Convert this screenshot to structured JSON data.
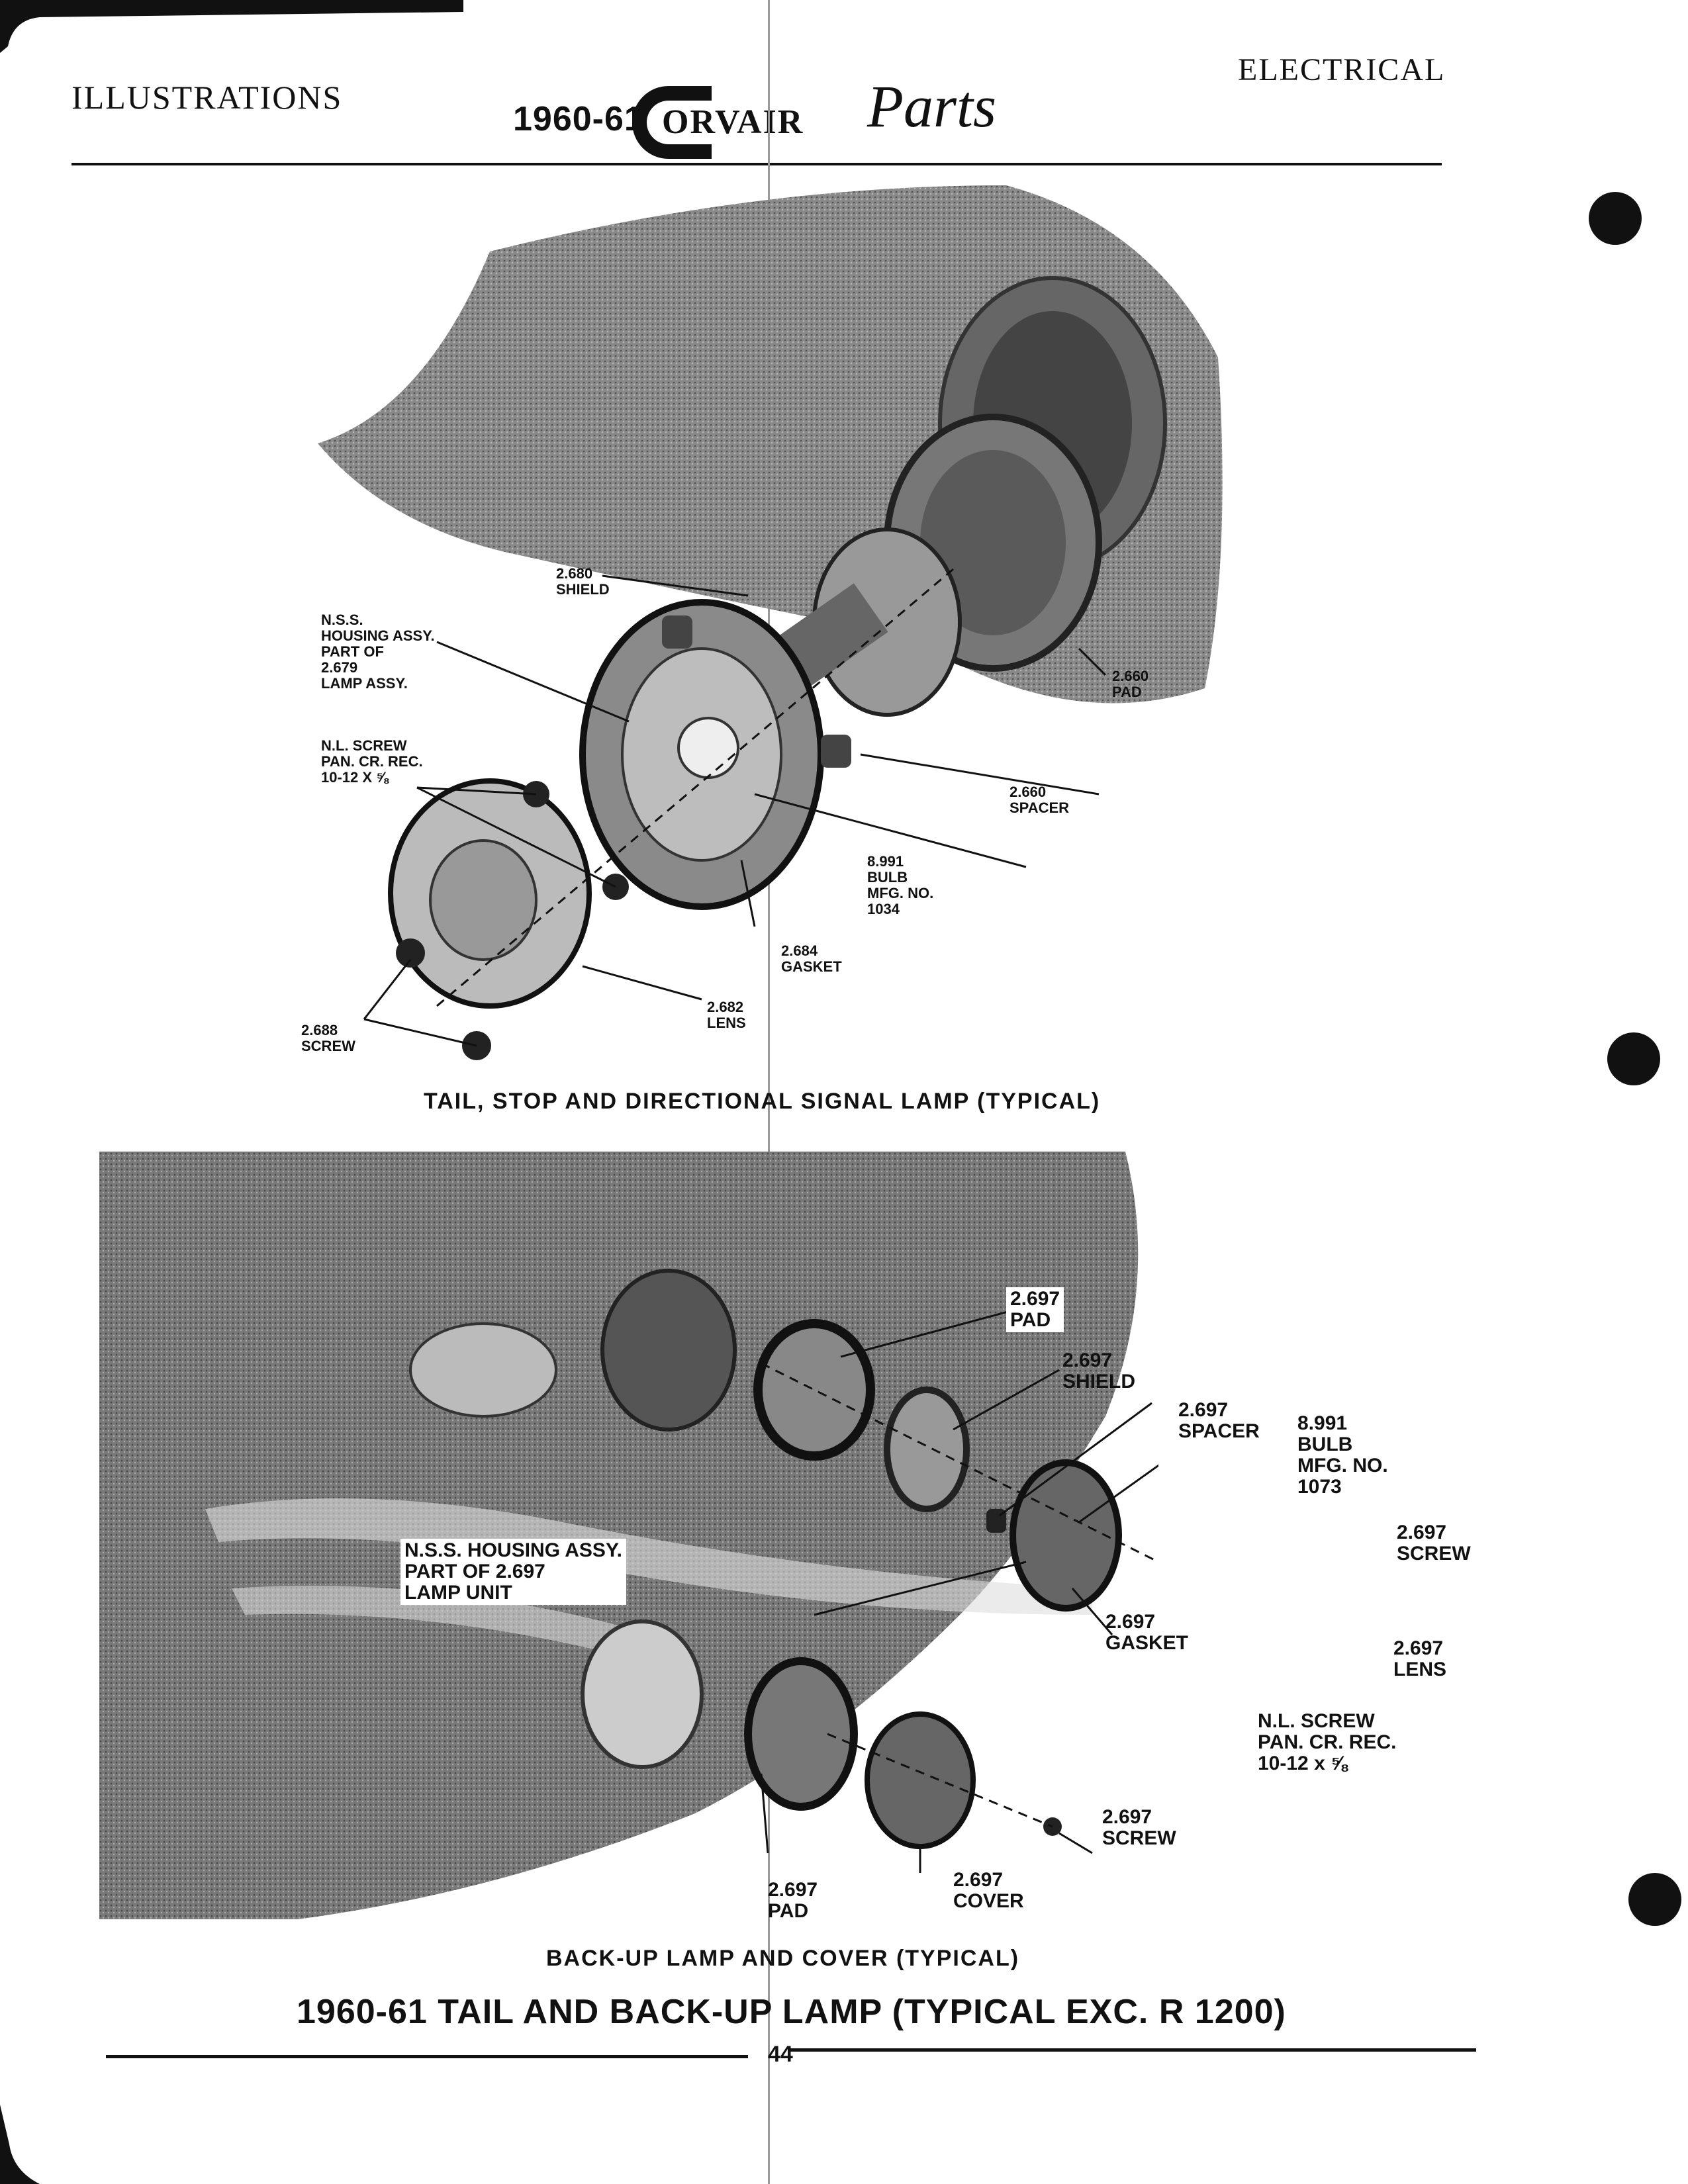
{
  "header": {
    "left": "ILLUSTRATIONS",
    "right": "ELECTRICAL",
    "years": "1960-61",
    "logo_word": "ORVAIR",
    "logo_script": "Parts"
  },
  "figure1": {
    "caption": "TAIL, STOP AND DIRECTIONAL SIGNAL LAMP (TYPICAL)",
    "labels": {
      "shield": "2.680\nSHIELD",
      "housing": "N.S.S.\nHOUSING ASSY.\nPART OF\n2.679\nLAMP ASSY.",
      "screw_nl": "N.L. SCREW\nPAN. CR. REC.\n10-12 x ⅝",
      "pad": "2.660\nPAD",
      "spacer": "2.660\nSPACER",
      "bulb": "8.991\nBULB\nMFG. NO.\n1034",
      "gasket": "2.684\nGASKET",
      "lens": "2.682\nLENS",
      "screw": "2.688\nSCREW"
    }
  },
  "figure2": {
    "caption": "BACK-UP LAMP AND COVER (TYPICAL)",
    "labels": {
      "pad_top": "2.697\nPAD",
      "shield": "2.697\nSHIELD",
      "spacer": "2.697\nSPACER",
      "bulb": "8.991\nBULB\nMFG. NO.\n1073",
      "screw_right": "2.697\nSCREW",
      "housing": "N.S.S. HOUSING ASSY.\nPART OF 2.697\nLAMP UNIT",
      "gasket": "2.697\nGASKET",
      "lens": "2.697\nLENS",
      "screw_nl": "N.L. SCREW\nPAN. CR. REC.\n10-12 x ⅝",
      "screw_bottom": "2.697\nSCREW",
      "pad_bottom": "2.697\nPAD",
      "cover": "2.697\nCOVER"
    }
  },
  "page": {
    "title": "1960-61 TAIL AND BACK-UP LAMP (TYPICAL  EXC. R 1200)",
    "number": "44"
  }
}
